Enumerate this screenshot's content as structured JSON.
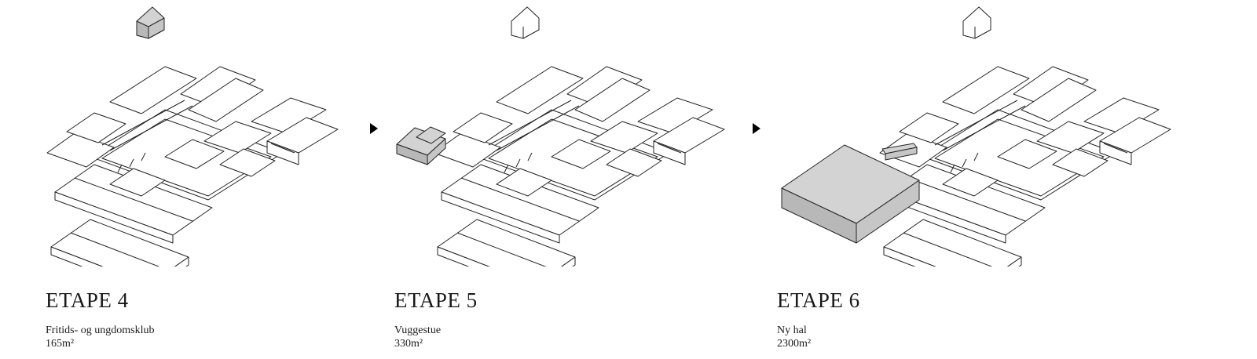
{
  "stages": [
    {
      "title": "ETAPE 4",
      "program": "Fritids- og ungdomsklub",
      "area": "165m²",
      "highlight": "small-house"
    },
    {
      "title": "ETAPE 5",
      "program": "Vuggestue",
      "area": "330m²",
      "highlight": "nursery-wing"
    },
    {
      "title": "ETAPE 6",
      "program": "Ny hal",
      "area": "2300m²",
      "highlight": "new-hall"
    }
  ],
  "colors": {
    "highlight_fill": "#d3d3d3",
    "line": "#222222",
    "background": "#ffffff"
  },
  "icons": {
    "stage_arrow": "triangle-right-icon"
  }
}
